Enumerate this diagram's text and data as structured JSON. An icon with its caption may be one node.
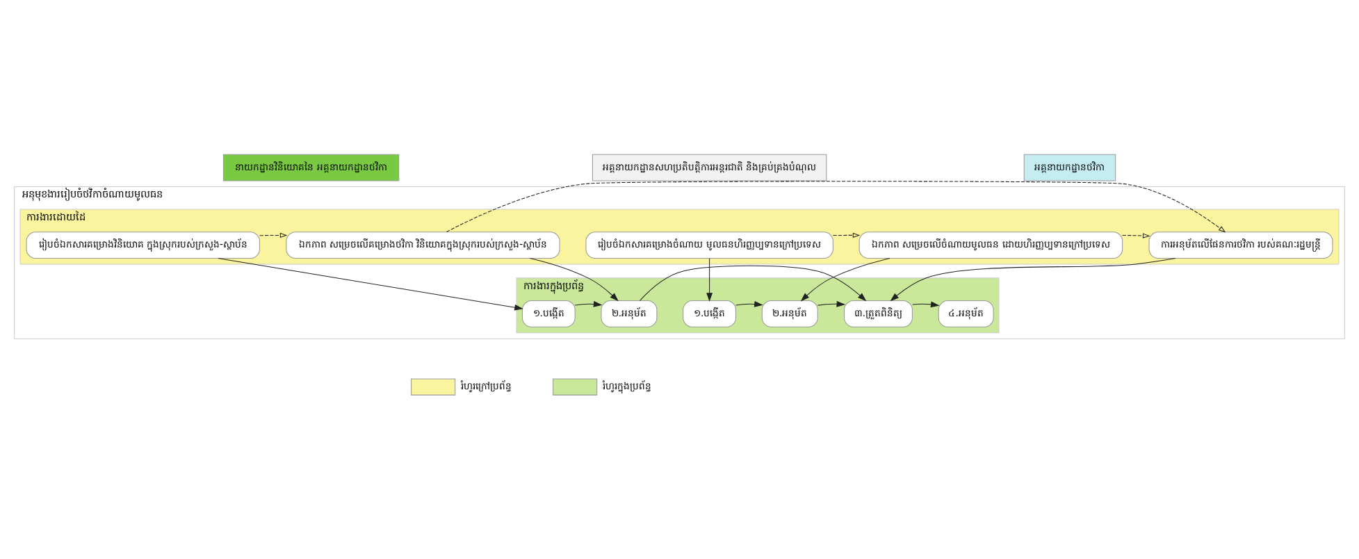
{
  "diagram": {
    "nodes": [
      {
        "text": [
          "នាយកដ្ឋានវិនិយោគនៃ អគ្គនាយកដ្ឋានថវិកា"
        ]
      },
      {
        "text": [
          "អគ្គនាយកដ្ឋានសហប្រតិបត្តិការអន្តរជាតិ និងគ្រប់គ្រងបំណុល"
        ]
      },
      {
        "text": [
          "អគ្គនាយកដ្ឋានថវិកា"
        ]
      },
      {
        "text": [
          "អនុមុខងាររៀបចំថវិកាចំណាយមូលធន"
        ]
      },
      {
        "text": [
          "ការងារដោយដៃ"
        ],
        "in": 3
      },
      {
        "text": [
          "រៀបចំឯកសារគម្រោងវិនិយោគ ក្នុងស្រុករបស់ក្រសួង-ស្ថាប័ន"
        ],
        "in": 4
      },
      {
        "text": [
          "ឯកភាព សម្រេចលើគម្រោងថវិកា វិនិយោគក្នុងស្រុករបស់ក្រសួង-ស្ថាប័ន"
        ],
        "in": 4
      },
      {
        "text": [
          "រៀបចំឯកសារគម្រោងចំណាយ មូលធនហិរញ្ញប្បទានក្រៅប្រទេស"
        ],
        "in": 4
      },
      {
        "text": [
          "ឯកភាព សម្រេចលើចំណាយមូលធន ដោយហិរញ្ញប្បទានក្រៅប្រទេស"
        ],
        "in": 4
      },
      {
        "text": [
          "ការអនុម័តលើផែនការថវិកា របស់គណៈរដ្ឋមន្ត្រី"
        ],
        "in": 4
      },
      {
        "text": [
          "ការងារក្នុងប្រព័ន្ធ"
        ],
        "in": 3
      },
      {
        "text": [
          "១.បង្កើត"
        ],
        "in": 10
      },
      {
        "text": [
          "២.អនុម័ត"
        ],
        "in": 10
      },
      {
        "text": [
          "១.បង្កើត"
        ],
        "in": 10
      },
      {
        "text": [
          "២.អនុម័ត"
        ],
        "in": 10
      },
      {
        "text": [
          "៣.ត្រួតពិនិត្យ"
        ],
        "in": 10
      },
      {
        "text": [
          "៤.អនុម័ត"
        ],
        "in": 10
      }
    ],
    "edges": [
      {
        "from": 5,
        "to": 6,
        "arrow": "to",
        "style": "dashed"
      },
      {
        "from": 6,
        "to": 9,
        "arrow": "to",
        "style": "dashed"
      },
      {
        "from": 7,
        "to": 8,
        "arrow": "to",
        "style": "dashed"
      },
      {
        "from": 8,
        "to": 9,
        "arrow": "to",
        "style": "dashed"
      },
      {
        "from": 5,
        "to": 11,
        "arrow": "to"
      },
      {
        "from": 6,
        "to": 12,
        "arrow": "to"
      },
      {
        "from": 11,
        "to": 12,
        "arrow": "to"
      },
      {
        "from": 7,
        "to": 13,
        "arrow": "to"
      },
      {
        "from": 8,
        "to": 14,
        "arrow": "to"
      },
      {
        "from": 13,
        "to": 14,
        "arrow": "to"
      },
      {
        "from": 14,
        "to": 15,
        "arrow": "to"
      },
      {
        "from": 9,
        "to": 15,
        "arrow": "to"
      },
      {
        "from": 12,
        "to": 15,
        "arrow": "to"
      },
      {
        "from": 15,
        "to": 16,
        "arrow": "to"
      }
    ],
    "legend": [
      {
        "text": "រំហូរក្រៅប្រព័ន្ធ",
        "color": "#fbf49e"
      },
      {
        "text": "រំហូរក្នុងប្រព័ន្ធ",
        "color": "#c9e89a"
      }
    ]
  }
}
